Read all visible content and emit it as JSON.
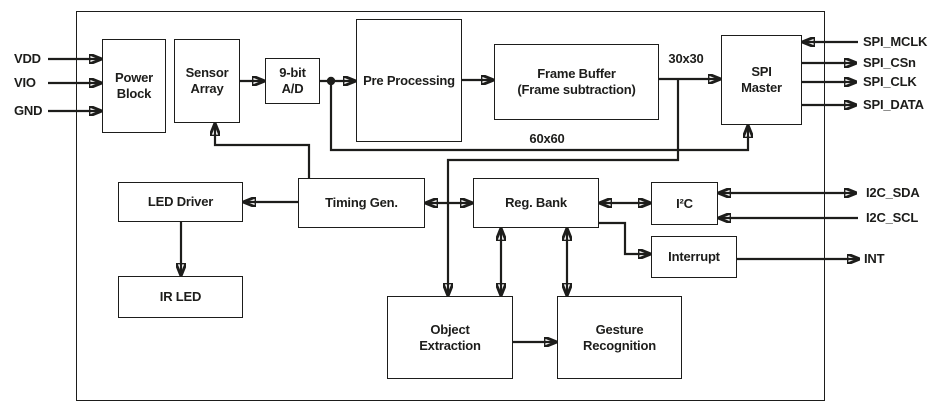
{
  "diagram": {
    "blocks": {
      "power_block": [
        "Power",
        "Block"
      ],
      "sensor_array": [
        "Sensor",
        "Array"
      ],
      "adc": [
        "9-bit",
        "A/D"
      ],
      "pre_processing": "Pre Processing",
      "frame_buffer": [
        "Frame Buffer",
        "(Frame subtraction)"
      ],
      "spi_master": [
        "SPI",
        "Master"
      ],
      "led_driver": "LED Driver",
      "timing_gen": "Timing Gen.",
      "reg_bank": "Reg. Bank",
      "i2c": "I²C",
      "interrupt": "Interrupt",
      "ir_led": "IR LED",
      "object_extraction": [
        "Object",
        "Extraction"
      ],
      "gesture_recognition": [
        "Gesture",
        "Recognition"
      ]
    },
    "bus_labels": {
      "frame_30x30": "30x30",
      "frame_60x60": "60x60"
    },
    "pins": {
      "left": [
        "VDD",
        "VIO",
        "GND"
      ],
      "right": [
        "SPI_MCLK",
        "SPI_CSn",
        "SPI_CLK",
        "SPI_DATA",
        "I2C_SDA",
        "I2C_SCL",
        "INT"
      ]
    }
  }
}
